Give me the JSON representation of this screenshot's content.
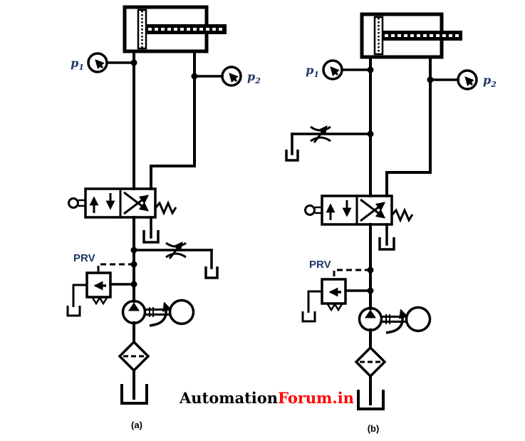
{
  "colors": {
    "line": "#000000",
    "label_navy": "#1f3864",
    "watermark_black": "#000000",
    "watermark_red": "#ff0000",
    "background": "#ffffff"
  },
  "watermark": {
    "part1": "Automation",
    "part2": "Forum.in"
  },
  "circuit_a": {
    "caption": "(a)",
    "prv_label": "PRV",
    "gauges": {
      "left": {
        "name": "p",
        "sub": "1"
      },
      "right": {
        "name": "p",
        "sub": "2"
      }
    },
    "flow_control_location": "bypass branch on line below directional valve, draining to tank",
    "components": [
      "double-acting-cylinder",
      "pressure-gauge-p1",
      "pressure-gauge-p2",
      "4-2-directional-control-valve-pushbutton-spring-return",
      "exhaust-tank",
      "adjustable-flow-control-valve",
      "pressure-relief-valve",
      "hydraulic-pump",
      "electric-motor",
      "filter",
      "reservoir-tank"
    ]
  },
  "circuit_b": {
    "caption": "(b)",
    "prv_label": "PRV",
    "gauges": {
      "left": {
        "name": "p",
        "sub": "1"
      },
      "right": {
        "name": "p",
        "sub": "2"
      }
    },
    "flow_control_location": "bleed-off branch on cylinder supply line above directional valve, draining to tank",
    "components": [
      "double-acting-cylinder",
      "pressure-gauge-p1",
      "pressure-gauge-p2",
      "adjustable-flow-control-valve",
      "4-2-directional-control-valve-pushbutton-spring-return",
      "exhaust-tank",
      "pressure-relief-valve",
      "hydraulic-pump",
      "electric-motor",
      "filter",
      "reservoir-tank"
    ]
  }
}
